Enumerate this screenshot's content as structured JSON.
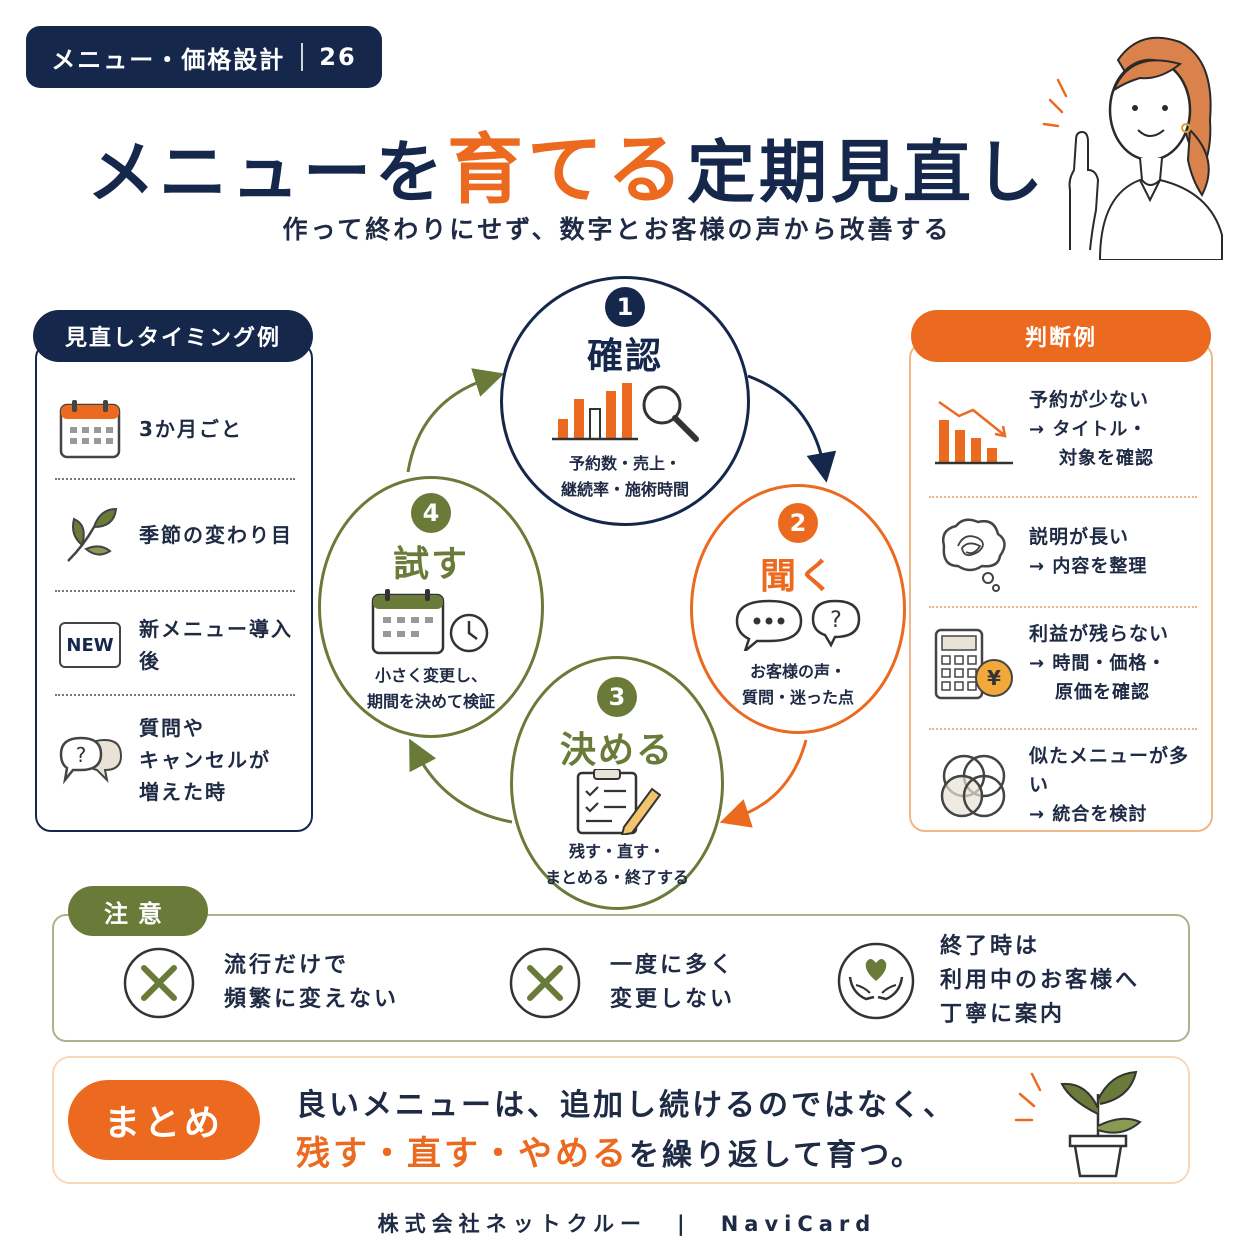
{
  "header": {
    "badge_label": "メニュー・価格設計",
    "badge_number": "26",
    "title_part1": "メニューを",
    "title_highlight": "育てる",
    "title_part2": "定期見直し",
    "subtitle": "作って終わりにせず、数字とお客様の声から改善する"
  },
  "timing_panel": {
    "title": "見直しタイミング例",
    "items": [
      {
        "icon": "calendar-icon",
        "label": "3か月ごと"
      },
      {
        "icon": "leaf-icon",
        "label": "季節の変わり目"
      },
      {
        "icon": "new-badge-icon",
        "icon_text": "NEW",
        "label": "新メニュー導入後"
      },
      {
        "icon": "question-bubble-icon",
        "label_lines": [
          "質問や",
          "キャンセルが",
          "増えた時"
        ]
      }
    ]
  },
  "judgment_panel": {
    "title": "判断例",
    "items": [
      {
        "icon": "declining-bar-chart-icon",
        "title": "予約が少ない",
        "lines": [
          "→ タイトル・",
          "対象を確認"
        ]
      },
      {
        "icon": "tangled-thought-icon",
        "title": "説明が長い",
        "lines": [
          "→ 内容を整理"
        ]
      },
      {
        "icon": "calculator-yen-icon",
        "title": "利益が残らない",
        "lines": [
          "→ 時間・価格・",
          "原価を確認"
        ]
      },
      {
        "icon": "overlapping-circles-icon",
        "title": "似たメニューが多い",
        "lines": [
          "→ 統合を検討"
        ]
      }
    ]
  },
  "cycle": [
    {
      "number": "1",
      "title": "確認",
      "icon": "bar-chart-magnifier-icon",
      "desc_lines": [
        "予約数・売上・",
        "継続率・施術時間"
      ]
    },
    {
      "number": "2",
      "title": "聞く",
      "icon": "speech-bubbles-icon",
      "desc_lines": [
        "お客様の声・",
        "質問・迷った点"
      ]
    },
    {
      "number": "3",
      "title": "決める",
      "icon": "checklist-pen-icon",
      "desc_lines": [
        "残す・直す・",
        "まとめる・終了する"
      ]
    },
    {
      "number": "4",
      "title": "試す",
      "icon": "calendar-clock-icon",
      "desc_lines": [
        "小さく変更し、",
        "期間を決めて検証"
      ]
    }
  ],
  "caution": {
    "title": "注意",
    "items": [
      {
        "icon": "x-circle-icon",
        "lines": [
          "流行だけで",
          "頻繁に変えない"
        ]
      },
      {
        "icon": "x-circle-icon",
        "lines": [
          "一度に多く",
          "変更しない"
        ]
      },
      {
        "icon": "heart-hands-icon",
        "lines": [
          "終了時は",
          "利用中のお客様へ",
          "丁寧に案内"
        ]
      }
    ]
  },
  "summary": {
    "tag": "まとめ",
    "line1": "良いメニューは、追加し続けるのではなく、",
    "line2_highlight": "残す・直す・やめる",
    "line2_rest": "を繰り返して育つ。"
  },
  "footer": {
    "company": "株式会社ネットクルー",
    "separator": "|",
    "brand": "NaviCard"
  },
  "colors": {
    "navy": "#15284b",
    "orange": "#ec6a1f",
    "olive": "#6a7a38"
  }
}
